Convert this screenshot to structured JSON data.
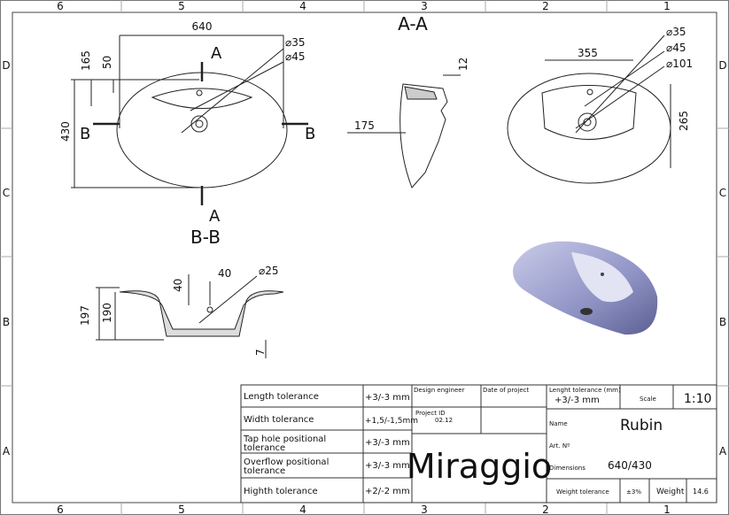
{
  "frame": {
    "columns": [
      "6",
      "5",
      "4",
      "3",
      "2",
      "1"
    ],
    "rows": [
      "D",
      "C",
      "B",
      "A"
    ]
  },
  "top_view": {
    "width": "640",
    "height": "430",
    "d1": "165",
    "d2": "50",
    "tap_hole": "⌀35",
    "overflow": "⌀45",
    "section_a": "A",
    "section_b": "B"
  },
  "section_aa": {
    "title": "A-A",
    "rim": "12",
    "depth": "175"
  },
  "right_view": {
    "d35": "⌀35",
    "d45": "⌀45",
    "d101": "⌀101",
    "w": "355",
    "h": "265"
  },
  "section_bb": {
    "title": "B-B",
    "h1": "197",
    "h2": "190",
    "h3": "40",
    "w": "40",
    "drain": "⌀25",
    "base": "7"
  },
  "title_block": {
    "tolerances": [
      {
        "label": "Length tolerance",
        "value": "+3/-3 mm"
      },
      {
        "label": "Width tolerance",
        "value": "+1,5/-1,5mm"
      },
      {
        "label": "Tap hole positional tolerance",
        "label_lines": [
          "Tap hole positional",
          "tolerance"
        ],
        "value": "+3/-3 mm"
      },
      {
        "label": "Overflow positional tolerance",
        "label_lines": [
          "Overflow positional",
          "tolerance"
        ],
        "value": "+3/-3 mm"
      },
      {
        "label": "Highth tolerance",
        "value": "+2/-2 mm"
      }
    ],
    "design_engineer": "Design engineer",
    "date_of_project": "Date of project",
    "project_id_label": "Project ID",
    "project_id": "02.12",
    "brand": "Miraggio",
    "length_tolerance_label": "Lenght tolerance (mm)",
    "length_tolerance_value": "+3/-3 mm",
    "scale_label": "Scale",
    "scale": "1:10",
    "name_label": "Name",
    "name": "Rubin",
    "art_label": "Art. Nº",
    "dimensions_label": "Dimensions",
    "dimensions": "640/430",
    "weight_tolerance_label": "Weight tolerance",
    "weight_tolerance": "±3%",
    "weight_label": "Weight",
    "weight": "14.6"
  }
}
